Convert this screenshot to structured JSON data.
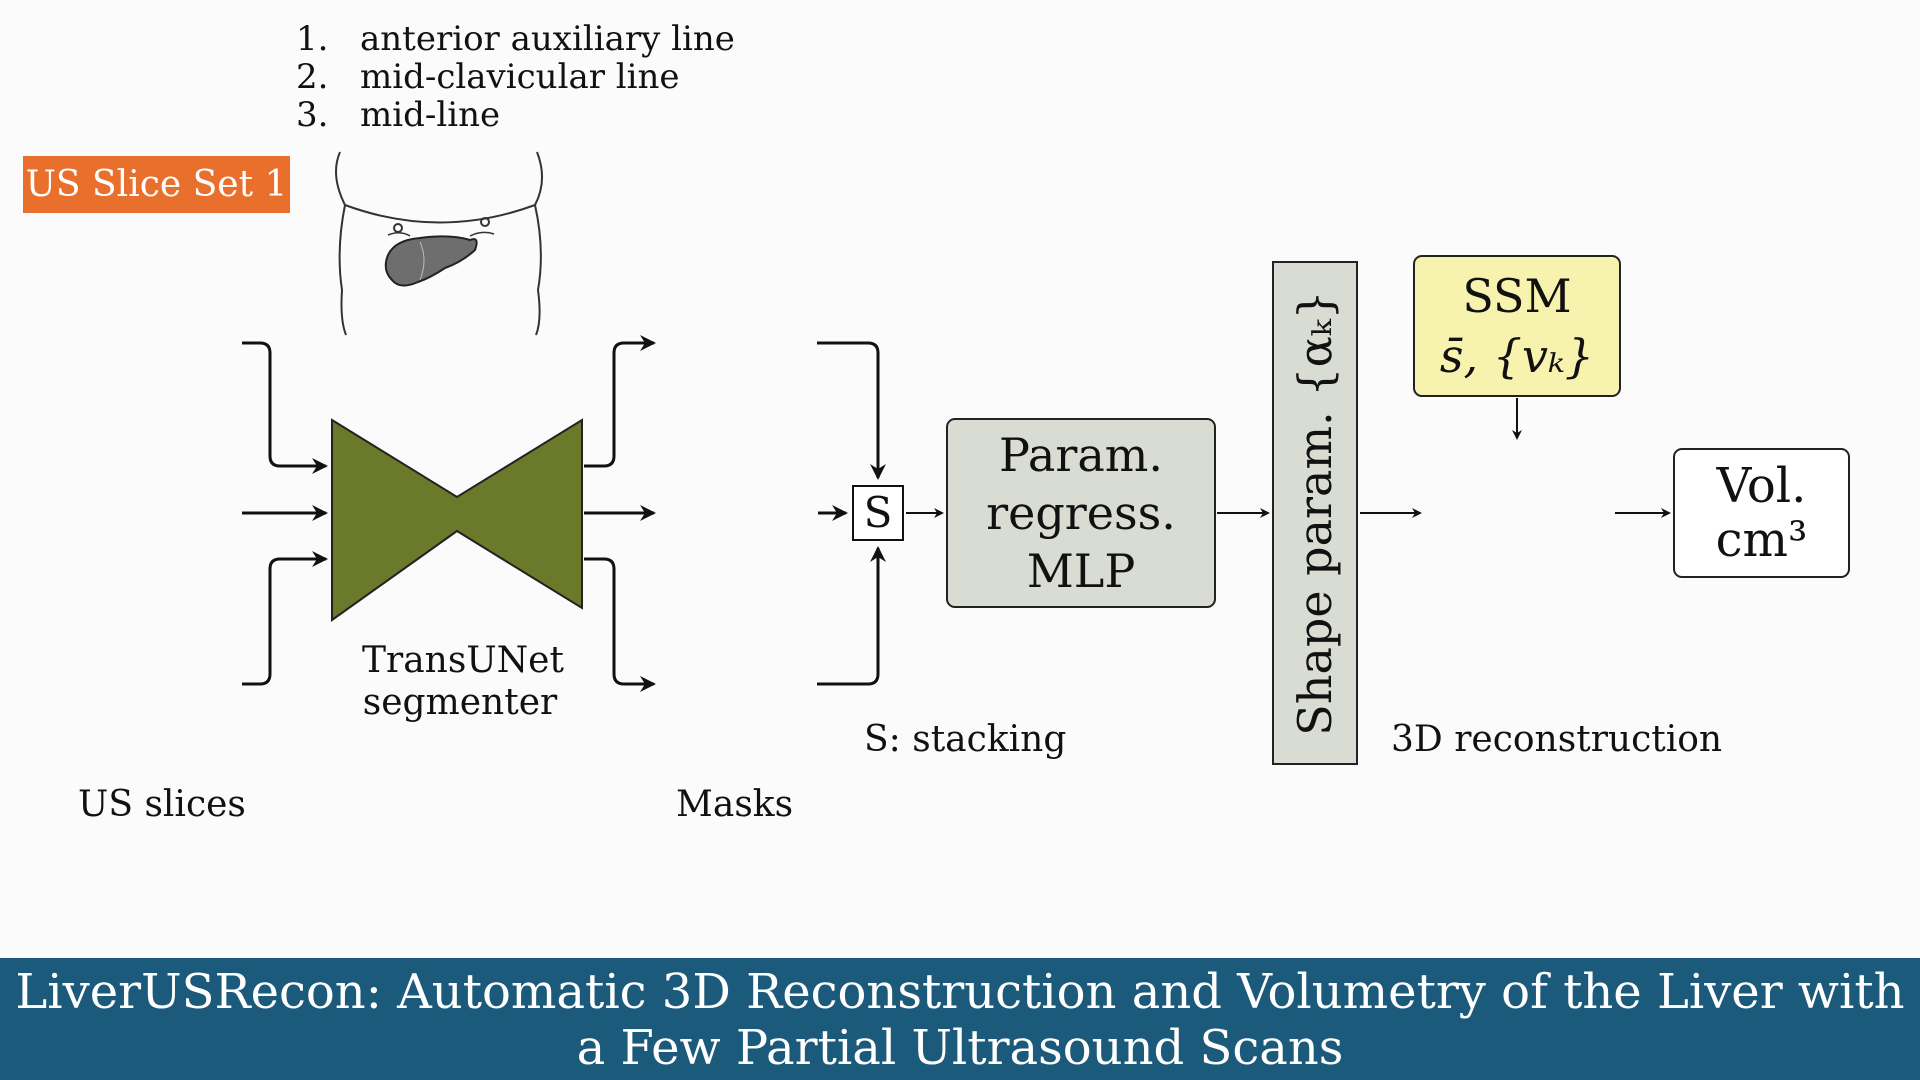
{
  "scan_lines": [
    {
      "num": "1.",
      "text": "anterior auxiliary line"
    },
    {
      "num": "2.",
      "text": "mid-clavicular line"
    },
    {
      "num": "3.",
      "text": "mid-line"
    }
  ],
  "slice_set_badge": "US Slice Set 1",
  "segmenter": {
    "line1": "TransUNet",
    "line2": "segmenter"
  },
  "labels": {
    "us_slices": "US slices",
    "masks": "Masks",
    "stacking": "S: stacking",
    "reconstruction": "3D reconstruction"
  },
  "stack_symbol": "S",
  "mlp": {
    "line1": "Param.",
    "line2": "regress.",
    "line3": "MLP"
  },
  "shape_param": "Shape param. {αₖ}",
  "ssm": {
    "title": "SSM",
    "formula": "s̄, {vₖ}"
  },
  "volume": {
    "line1": "Vol.",
    "line2": "cm³"
  },
  "title": "LiverUSRecon: Automatic 3D Reconstruction and Volumetry of the Liver with a Few Partial Ultrasound Scans",
  "colors": {
    "badge": "#e96f2c",
    "segmenter": "#6b7a2a",
    "mlp": "#d9dcd3",
    "ssm": "#f7f2ad",
    "footer": "#1c5a7b"
  }
}
